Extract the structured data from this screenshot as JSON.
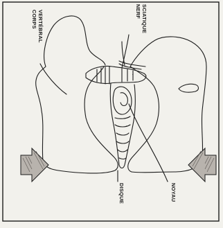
{
  "labels": {
    "vertebral_body": "CORPS VERTÉBRAL",
    "vertebral_body_line1": "CORPS",
    "vertebral_body_line2": "VERTÉBRAL",
    "sciatic_nerve": "NERF SCIATIQUE",
    "sciatic_nerve_line1": "NERF",
    "sciatic_nerve_line2": "SCIATIQUE",
    "disc": "DISQUE",
    "nucleus": "NOYAU"
  },
  "colors": {
    "ink": "#1c1c1c",
    "paper": "#f2f1ec",
    "arrow_fill": "#b8b3ad"
  },
  "icons": [
    "compression-arrow-left",
    "compression-arrow-right"
  ]
}
